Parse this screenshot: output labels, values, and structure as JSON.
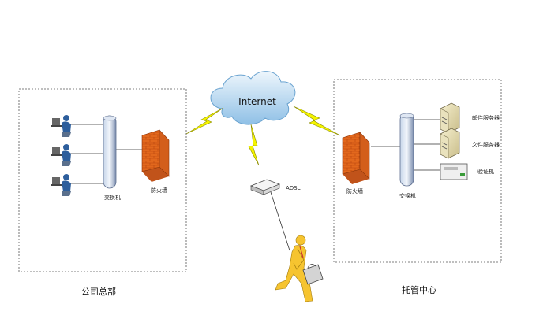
{
  "cloud": {
    "label": "Internet"
  },
  "left_site": {
    "title": "公司总部",
    "switch_label": "交换机",
    "firewall_label": "防火墙"
  },
  "right_site": {
    "title": "托管中心",
    "firewall_label": "防火墙",
    "switch_label": "交换机",
    "server1_label": "邮件服务器",
    "server2_label": "文件服务器",
    "device3_label": "验证机"
  },
  "adsl": {
    "label": "ADSL"
  },
  "colors": {
    "firewall": "#e2681d",
    "lightning": "#f4f400",
    "cloud": "#a9d0ec",
    "switch": "#8ea3c4",
    "traveler": "#f6c430"
  }
}
